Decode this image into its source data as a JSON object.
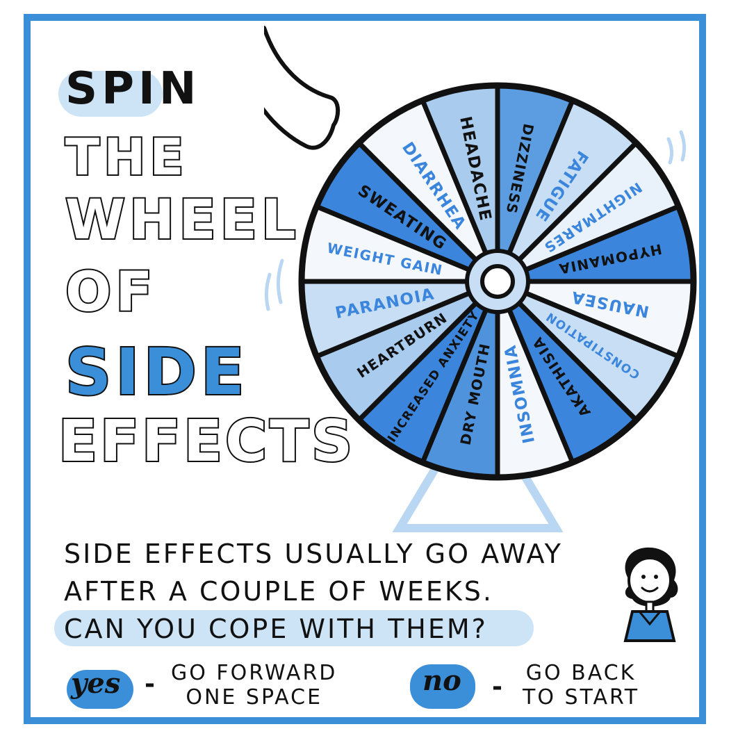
{
  "title": {
    "line1": "SPIN",
    "line2": "THE",
    "line3": "WHEEL",
    "line4": "OF",
    "line5": "SIDE",
    "line6": "EFFECTS"
  },
  "wheel": {
    "segments": [
      {
        "label": "DIZZINESS",
        "color": "#5b9de0"
      },
      {
        "label": "FATIGUE",
        "color": "#c7def5"
      },
      {
        "label": "NIGHTMARES",
        "color": "#e9f2fb"
      },
      {
        "label": "HYPOMANIA",
        "color": "#3b86dc"
      },
      {
        "label": "NAUSEA",
        "color": "#f4f8fc"
      },
      {
        "label": "CONSTIPATION",
        "color": "#c7def5"
      },
      {
        "label": "AKATHISIA",
        "color": "#3b86dc"
      },
      {
        "label": "INSOMNIA",
        "color": "#f4f8fc"
      },
      {
        "label": "DRY MOUTH",
        "color": "#4f93dd"
      },
      {
        "label": "INCREASED ANXIETY",
        "color": "#3b86dc"
      },
      {
        "label": "HEARTBURN",
        "color": "#a9cbee"
      },
      {
        "label": "PARANOIA",
        "color": "#c7def5"
      },
      {
        "label": "WEIGHT GAIN",
        "color": "#f4f8fc"
      },
      {
        "label": "SWEATING",
        "color": "#3b86dc"
      },
      {
        "label": "DIARRHEA",
        "color": "#f4f8fc"
      },
      {
        "label": "HEADACHE",
        "color": "#a9cbee"
      }
    ],
    "accent": "#3b8fd9",
    "stand_color": "#b9d6f2"
  },
  "caption": {
    "line1": "SIDE EFFECTS USUALLY GO AWAY",
    "line2": "AFTER A COUPLE OF WEEKS.",
    "line3": "CAN YOU COPE WITH THEM?"
  },
  "answers": {
    "yes_word": "yes",
    "yes_line1": "GO FORWARD",
    "yes_line2": "ONE SPACE",
    "no_word": "no",
    "no_line1": "GO BACK",
    "no_line2": "TO START",
    "dash": "-"
  }
}
